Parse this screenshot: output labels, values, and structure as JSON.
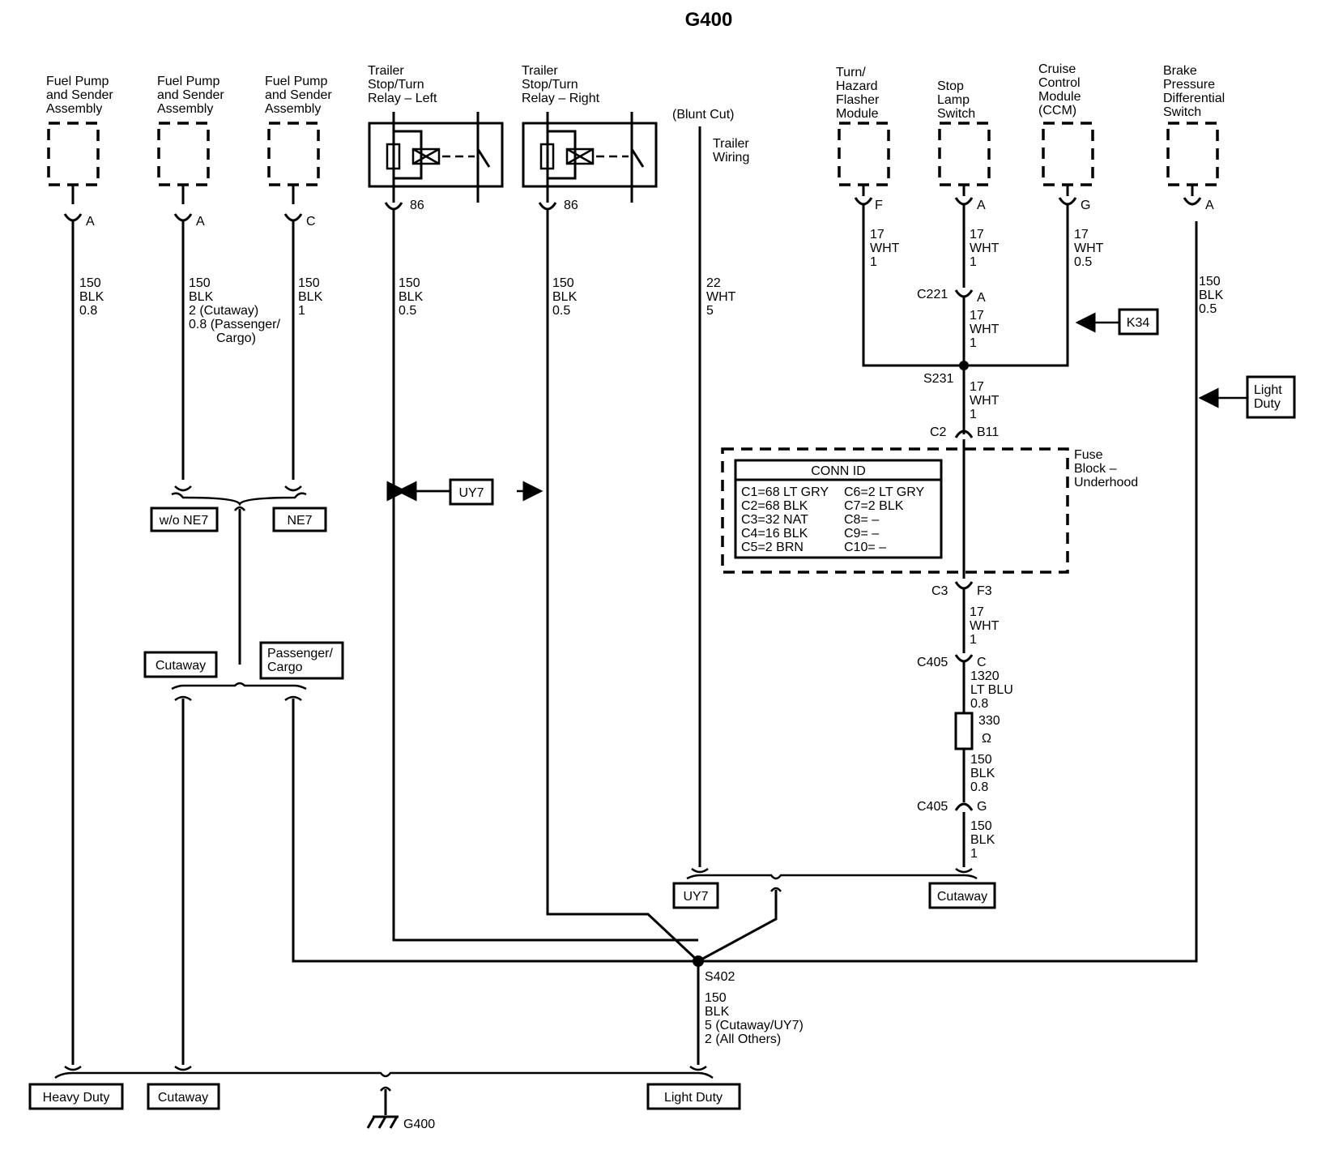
{
  "title": "G400",
  "components": {
    "fp1": [
      "Fuel Pump",
      "and Sender",
      "Assembly"
    ],
    "fp2": [
      "Fuel Pump",
      "and Sender",
      "Assembly"
    ],
    "fp3": [
      "Fuel Pump",
      "and Sender",
      "Assembly"
    ],
    "relay_left": [
      "Trailer",
      "Stop/Turn",
      "Relay – Left"
    ],
    "relay_right": [
      "Trailer",
      "Stop/Turn",
      "Relay – Right"
    ],
    "blunt_cut": "(Blunt Cut)",
    "trailer_wiring": [
      "Trailer",
      "Wiring"
    ],
    "flasher": [
      "Turn/",
      "Hazard",
      "Flasher",
      "Module"
    ],
    "stop_lamp": [
      "Stop",
      "Lamp",
      "Switch"
    ],
    "ccm": [
      "Cruise",
      "Control",
      "Module",
      "(CCM)"
    ],
    "brake": [
      "Brake",
      "Pressure",
      "Differential",
      "Switch"
    ],
    "fuse_block": [
      "Fuse",
      "Block –",
      "Underhood"
    ]
  },
  "pins": {
    "fp1": "A",
    "fp2": "A",
    "fp3": "C",
    "relay_left": "86",
    "relay_right": "86",
    "flasher": "F",
    "stop_lamp": "A",
    "ccm": "G",
    "brake": "A",
    "c221_pin": "A",
    "c2_pin": "B11",
    "c3_pin": "F3",
    "c405a_pin": "C",
    "c405b_pin": "G"
  },
  "wires": {
    "fp1": [
      "150",
      "BLK",
      "0.8"
    ],
    "fp2": [
      "150",
      "BLK",
      "2 (Cutaway)",
      "0.8 (Passenger/",
      "Cargo)"
    ],
    "fp3": [
      "150",
      "BLK",
      "1"
    ],
    "relay_left": [
      "150",
      "BLK",
      "0.5"
    ],
    "relay_right": [
      "150",
      "BLK",
      "0.5"
    ],
    "trailer": [
      "22",
      "WHT",
      "5"
    ],
    "flasher": [
      "17",
      "WHT",
      "1"
    ],
    "stop_lamp": [
      "17",
      "WHT",
      "1"
    ],
    "ccm": [
      "17",
      "WHT",
      "0.5"
    ],
    "c221_s231": [
      "17",
      "WHT",
      "1"
    ],
    "s231_c2": [
      "17",
      "WHT",
      "1"
    ],
    "c3_c405": [
      "17",
      "WHT",
      "1"
    ],
    "c405_res": [
      "1320",
      "LT BLU",
      "0.8"
    ],
    "res_c405": [
      "150",
      "BLK",
      "0.8"
    ],
    "c405_ground": [
      "150",
      "BLK",
      "1"
    ],
    "brake": [
      "150",
      "BLK",
      "0.5"
    ],
    "s402_g400": [
      "150",
      "BLK",
      "5 (Cutaway/UY7)",
      "2 (All Others)"
    ]
  },
  "resistor": {
    "value": "330",
    "unit": "Ω"
  },
  "connectors": {
    "c221": "C221",
    "s231": "S231",
    "c2": "C2",
    "c3": "C3",
    "c405a": "C405",
    "c405b": "C405",
    "s402": "S402",
    "g400": "G400"
  },
  "options": {
    "wo_ne7": "w/o NE7",
    "ne7": "NE7",
    "cutaway_mid": "Cutaway",
    "pass_cargo": [
      "Passenger/",
      "Cargo"
    ],
    "uy7_mid": "UY7",
    "k34": "K34",
    "light_duty_right": [
      "Light",
      "Duty"
    ],
    "uy7_low": "UY7",
    "cutaway_low": "Cutaway",
    "heavy_duty": "Heavy Duty",
    "cutaway_bottom": "Cutaway",
    "light_duty_bottom": "Light Duty"
  },
  "conn_id": {
    "header": "CONN ID",
    "left": [
      "C1=68 LT GRY",
      "C2=68 BLK",
      "C3=32 NAT",
      "C4=16 BLK",
      "C5=2 BRN"
    ],
    "right": [
      "C6=2 LT GRY",
      "C7=2 BLK",
      "C8= –",
      "C9= –",
      "C10= –"
    ]
  }
}
